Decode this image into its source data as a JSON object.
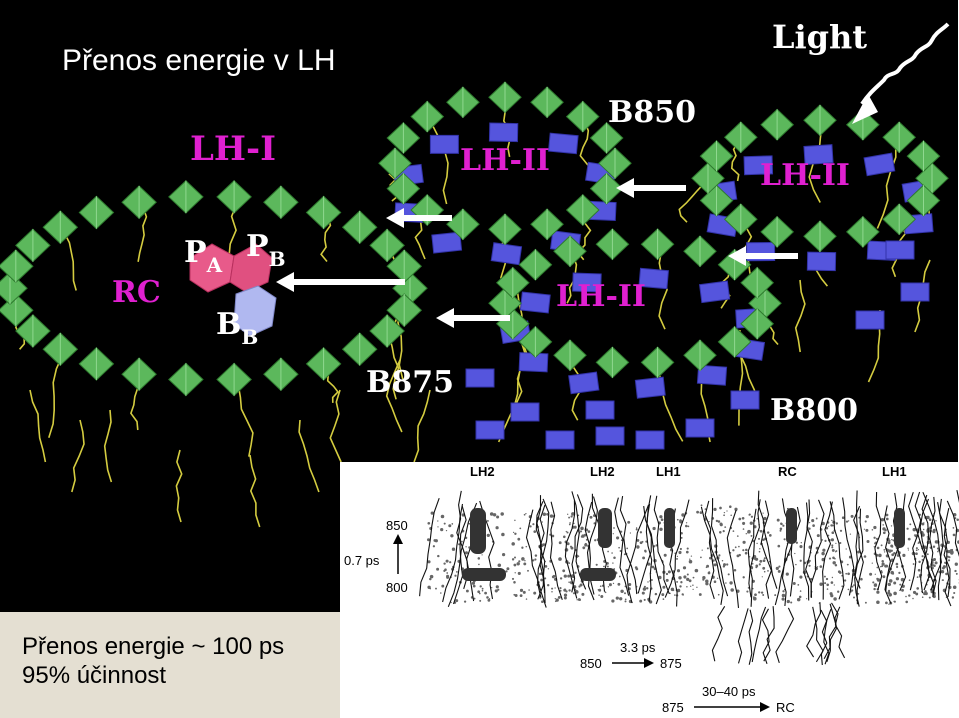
{
  "slide": {
    "title": "Přenos energie v LH",
    "caption_line1": "Přenos energie ~ 100 ps",
    "caption_line2": "95% účinnost"
  },
  "structure": {
    "labels": {
      "light": "Light",
      "b850": "B850",
      "lh1": "LH-I",
      "lh2_a": "LH-II",
      "lh2_b": "LH-II",
      "lh2_c": "LH-II",
      "rc": "RC",
      "pa_main": "P",
      "pa_sub": "A",
      "pb_main": "P",
      "pb_sub": "B",
      "bb_main": "B",
      "bb_sub": "B",
      "b875": "B875",
      "b800": "B800"
    }
  },
  "inset": {
    "headers": [
      "LH2",
      "LH2",
      "LH1",
      "RC",
      "LH1"
    ],
    "y_label_top": "850",
    "y_label_bottom": "800",
    "y_time": "0.7 ps",
    "transfers": [
      {
        "time": "3.3 ps",
        "from": "850",
        "to": "875"
      },
      {
        "time": "30–40 ps",
        "from": "875",
        "to": "RC"
      }
    ]
  },
  "colors": {
    "background": "#000000",
    "ring_green": "#5cb85c",
    "chlorophyll_bar": "#5555dd",
    "carotenoid": "#d4cc40",
    "label_magenta": "#e020d0",
    "label_white": "#ffffff",
    "special_pair": "#e85a8a",
    "bb_block": "#b0b8f0",
    "arrow": "#ffffff"
  }
}
